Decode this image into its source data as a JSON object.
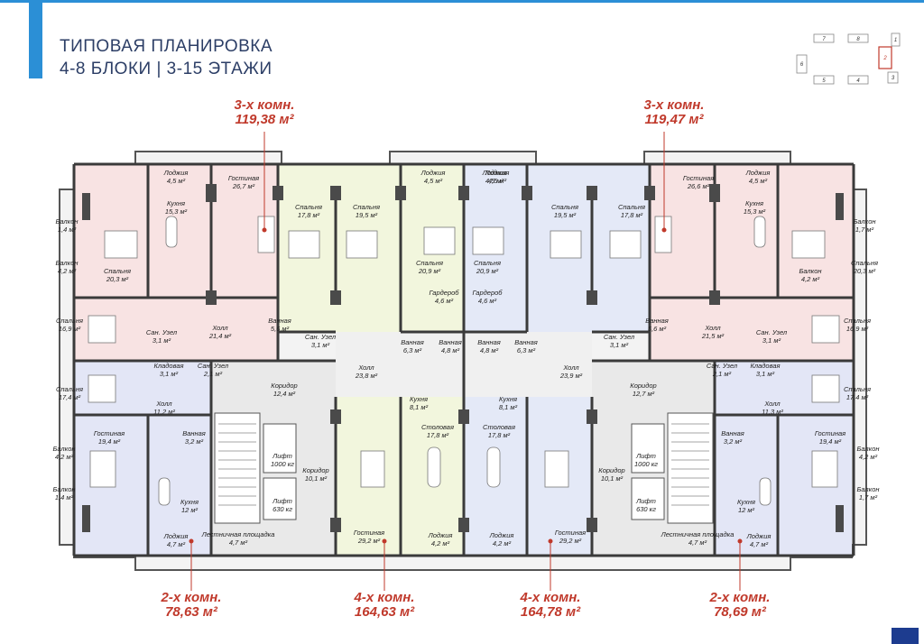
{
  "header": {
    "title_line1": "ТИПОВАЯ ПЛАНИРОВКА",
    "title_line2": "4-8 БЛОКИ | 3-15 ЭТАЖИ"
  },
  "key_plan": {
    "labels": [
      "7",
      "8",
      "1",
      "6",
      "2",
      "5",
      "4",
      "3"
    ],
    "highlight": "2"
  },
  "callouts": [
    {
      "rooms": "3-х комн.",
      "area": "119,38 м²"
    },
    {
      "rooms": "3-х комн.",
      "area": "119,47 м²"
    },
    {
      "rooms": "2-х комн.",
      "area": "78,63 м²"
    },
    {
      "rooms": "4-х комн.",
      "area": "164,63 м²"
    },
    {
      "rooms": "4-х комн.",
      "area": "164,78 м²"
    },
    {
      "rooms": "2-х комн.",
      "area": "78,69 м²"
    }
  ],
  "rooms": [
    {
      "name": "Лоджия",
      "area": "4,5 м²"
    },
    {
      "name": "Гостиная",
      "area": "26,7 м²"
    },
    {
      "name": "Кухня",
      "area": "15,3 м²"
    },
    {
      "name": "Балкон",
      "area": "1,4 м²"
    },
    {
      "name": "Спальня",
      "area": "20,3 м²"
    },
    {
      "name": "Балкон",
      "area": "4,2 м²"
    },
    {
      "name": "Спальня",
      "area": "16,9 м²"
    },
    {
      "name": "Сан. Узел",
      "area": "3,1 м²"
    },
    {
      "name": "Холл",
      "area": "21,4 м²"
    },
    {
      "name": "Спальня",
      "area": "17,8 м²"
    },
    {
      "name": "Спальня",
      "area": "19,5 м²"
    },
    {
      "name": "Ванная",
      "area": "5,6 м²"
    },
    {
      "name": "Сан. Узел",
      "area": "3,1 м²"
    },
    {
      "name": "Лоджия",
      "area": "4,5 м²"
    },
    {
      "name": "Спальня",
      "area": "20,9 м²"
    },
    {
      "name": "Гардероб",
      "area": "4,6 м²"
    },
    {
      "name": "Холл",
      "area": "23,8 м²"
    },
    {
      "name": "Ванная",
      "area": "6,3 м²"
    },
    {
      "name": "Ванная",
      "area": "4,8 м²"
    },
    {
      "name": "Кухня",
      "area": "8,1 м²"
    },
    {
      "name": "Столовая",
      "area": "17,8 м²"
    },
    {
      "name": "Гостиная",
      "area": "29,2 м²"
    },
    {
      "name": "Лоджия",
      "area": "4,2 м²"
    },
    {
      "name": "Коридор",
      "area": "12,4 м²"
    },
    {
      "name": "Коридор",
      "area": "10,1 м²"
    },
    {
      "name": "Кладовая",
      "area": "3,1 м²"
    },
    {
      "name": "Сан. Узел",
      "area": "2,1 м²"
    },
    {
      "name": "Спальня",
      "area": "17,4 м²"
    },
    {
      "name": "Холл",
      "area": "11,2 м²"
    },
    {
      "name": "Гостиная",
      "area": "19,4 м²"
    },
    {
      "name": "Ванная",
      "area": "3,2 м²"
    },
    {
      "name": "Балкон",
      "area": "4,2 м²"
    },
    {
      "name": "Балкон",
      "area": "1,4 м²"
    },
    {
      "name": "Кухня",
      "area": "12 м²"
    },
    {
      "name": "Лоджия",
      "area": "4,7 м²"
    },
    {
      "name": "Лестничная площадка",
      "area": "4,7 м²"
    },
    {
      "name": "Лифт",
      "area": "1000 кг"
    },
    {
      "name": "Лифт",
      "area": "630 кг"
    },
    {
      "name": "Лоджия",
      "area": "4,5 м²"
    },
    {
      "name": "Лоджия",
      "area": "4,5 м²"
    },
    {
      "name": "Спальня",
      "area": "19,5 м²"
    },
    {
      "name": "Спальня",
      "area": "20,9 м²"
    },
    {
      "name": "Гардероб",
      "area": "4,6 м²"
    },
    {
      "name": "Ванная",
      "area": "4,8 м²"
    },
    {
      "name": "Ванная",
      "area": "6,3 м²"
    },
    {
      "name": "Кухня",
      "area": "8,1 м²"
    },
    {
      "name": "Столовая",
      "area": "17,8 м²"
    },
    {
      "name": "Лоджия",
      "area": "4,2 м²"
    },
    {
      "name": "Холл",
      "area": "23,9 м²"
    },
    {
      "name": "Спальня",
      "area": "17,8 м²"
    },
    {
      "name": "Ванная",
      "area": "5,6 м²"
    },
    {
      "name": "Сан. Узел",
      "area": "3,1 м²"
    },
    {
      "name": "Коридор",
      "area": "12,7 м²"
    },
    {
      "name": "Гостиная",
      "area": "29,2 м²"
    },
    {
      "name": "Коридор",
      "area": "10,1 м²"
    },
    {
      "name": "Лифт",
      "area": "1000 кг"
    },
    {
      "name": "Лифт",
      "area": "630 кг"
    },
    {
      "name": "Гостиная",
      "area": "26,6 м²"
    },
    {
      "name": "Лоджия",
      "area": "4,5 м²"
    },
    {
      "name": "Кухня",
      "area": "15,3 м²"
    },
    {
      "name": "Балкон",
      "area": "1,7 м²"
    },
    {
      "name": "Балкон",
      "area": "4,2 м²"
    },
    {
      "name": "Спальня",
      "area": "20,3 м²"
    },
    {
      "name": "Холл",
      "area": "21,5 м²"
    },
    {
      "name": "Сан. Узел",
      "area": "3,1 м²"
    },
    {
      "name": "Спальня",
      "area": "16,9 м²"
    },
    {
      "name": "Сан. Узел",
      "area": "2,1 м²"
    },
    {
      "name": "Кладовая",
      "area": "3,1 м²"
    },
    {
      "name": "Спальня",
      "area": "17,4 м²"
    },
    {
      "name": "Холл",
      "area": "11,3 м²"
    },
    {
      "name": "Ванная",
      "area": "3,2 м²"
    },
    {
      "name": "Гостиная",
      "area": "19,4 м²"
    },
    {
      "name": "Балкон",
      "area": "4,2 м²"
    },
    {
      "name": "Балкон",
      "area": "1,7 м²"
    },
    {
      "name": "Кухня",
      "area": "12 м²"
    },
    {
      "name": "Лоджия",
      "area": "4,7 м²"
    },
    {
      "name": "Лестничная площадка",
      "area": "4,7 м²"
    }
  ],
  "colors": {
    "accent": "#2b8fd6",
    "title": "#2c3e66",
    "callout": "#c0392b",
    "apt_3room": "#f8e3e3",
    "apt_4room_left": "#f2f6dd",
    "apt_4room_right": "#e4e9f7",
    "apt_2room": "#e3e6f6",
    "common": "#e6e6e6",
    "walls": "#3a3a3a"
  }
}
